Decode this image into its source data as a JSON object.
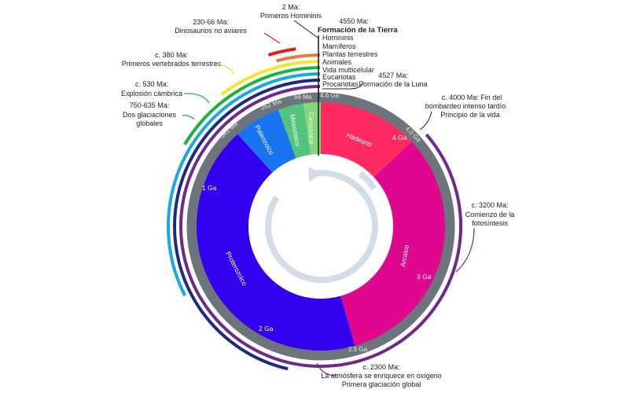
{
  "title": "Escala de tiempo geológico",
  "eras": [
    {
      "name": "Hadeano",
      "from_ma": 4600,
      "to_ma": 4000,
      "color": "#ff2a5f"
    },
    {
      "name": "Arcaico",
      "from_ma": 4000,
      "to_ma": 2500,
      "color": "#df078d"
    },
    {
      "name": "Proterozoico",
      "from_ma": 2500,
      "to_ma": 541,
      "color": "#3300ee"
    },
    {
      "name": "Paleozoico",
      "from_ma": 541,
      "to_ma": 252,
      "color": "#1a73f0"
    },
    {
      "name": "Mesozoico",
      "from_ma": 252,
      "to_ma": 66,
      "color": "#52c47e"
    },
    {
      "name": "Cenozoico",
      "from_ma": 66,
      "to_ma": 0,
      "color": "#86d67c"
    }
  ],
  "ring_labels": [
    "4.6 Ga",
    "66 Ma",
    "252 Ma",
    "541 Ma",
    "4.0 Ga",
    "2.5 Ga"
  ],
  "inner_labels": [
    "4 Ga",
    "3 Ga",
    "2 Ga",
    "1 Ga"
  ],
  "life_arcs": [
    {
      "name": "Homininis",
      "color": "#222222"
    },
    {
      "name": "Mamíferos",
      "color": "#e87a3a"
    },
    {
      "name": "Plantas terrestres",
      "color": "#f0e82a"
    },
    {
      "name": "Animales",
      "color": "#18b43c"
    },
    {
      "name": "Vida multicelular",
      "color": "#1aa8e0"
    },
    {
      "name": "Eucariotas",
      "color": "#1c2b80"
    },
    {
      "name": "Procariotas",
      "color": "#6e2a8a"
    }
  ],
  "dinosaur_color": "#e01e1e",
  "annotations": {
    "hominins": {
      "date": "2 Ma:",
      "text": "Primeros Homininis"
    },
    "earth": {
      "date": "4550 Ma:",
      "text": "Formación de la Tierra"
    },
    "dinosaurs": {
      "date": "230-66 Ma:",
      "text": "Dinosaurios no aviares"
    },
    "vertebrates": {
      "date": "c. 380 Ma:",
      "text": "Primeros vertebrados terrestres"
    },
    "cambrian": {
      "date": "c. 530 Ma:",
      "text": "Explosión cámbrica"
    },
    "glaciations": {
      "date": "750-635 Ma:",
      "line1": "Dos glaciaciones",
      "line2": "globales"
    },
    "moon": {
      "date": "4527 Ma:",
      "text": "Formación de la Luna"
    },
    "bombardment": {
      "line1": "c. 4000 Ma: Fin del",
      "line2": "bombardeo intenso tardío",
      "line3": "Principio de la vida"
    },
    "photosynthesis": {
      "date": "c. 3200 Ma:",
      "line1": "Comienzo de la",
      "line2": "fotosíntesis"
    },
    "oxygen": {
      "date": "c. 2300 Ma:",
      "line1": "La atmósfera se enriquece en oxígeno",
      "line2": "Primera glaciación global"
    }
  }
}
